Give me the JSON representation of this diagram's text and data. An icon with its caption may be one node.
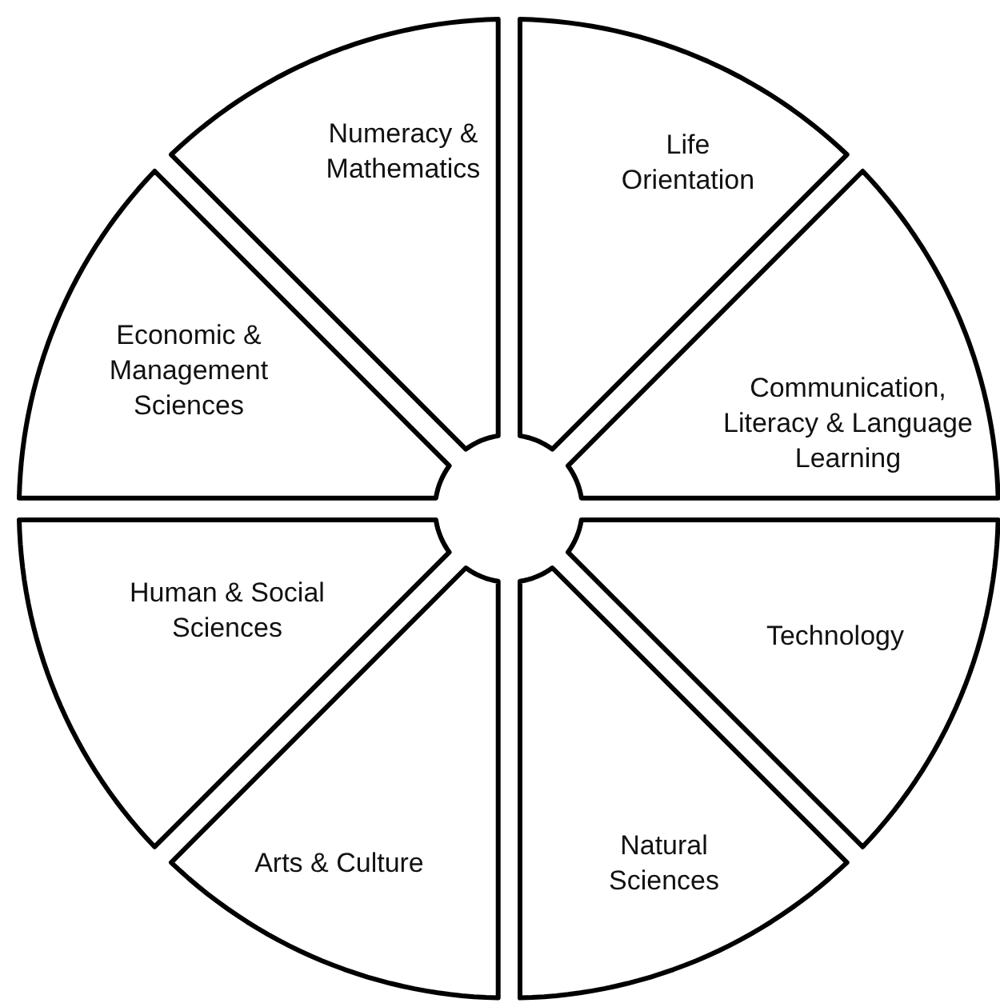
{
  "diagram": {
    "nodes": [
      {
        "text": [
          "Numeracy & Mathematics"
        ]
      },
      {
        "text": [
          "Life Orientation"
        ]
      },
      {
        "text": [
          "Economic & Management Sciences"
        ]
      },
      {
        "text": [
          "Communication, Literacy & Language Learning"
        ]
      },
      {
        "text": [
          "Human & Social Sciences"
        ]
      },
      {
        "text": [
          "Technology"
        ]
      },
      {
        "text": [
          "Arts & Culture"
        ]
      },
      {
        "text": [
          "Natural Sciences"
        ]
      }
    ]
  }
}
